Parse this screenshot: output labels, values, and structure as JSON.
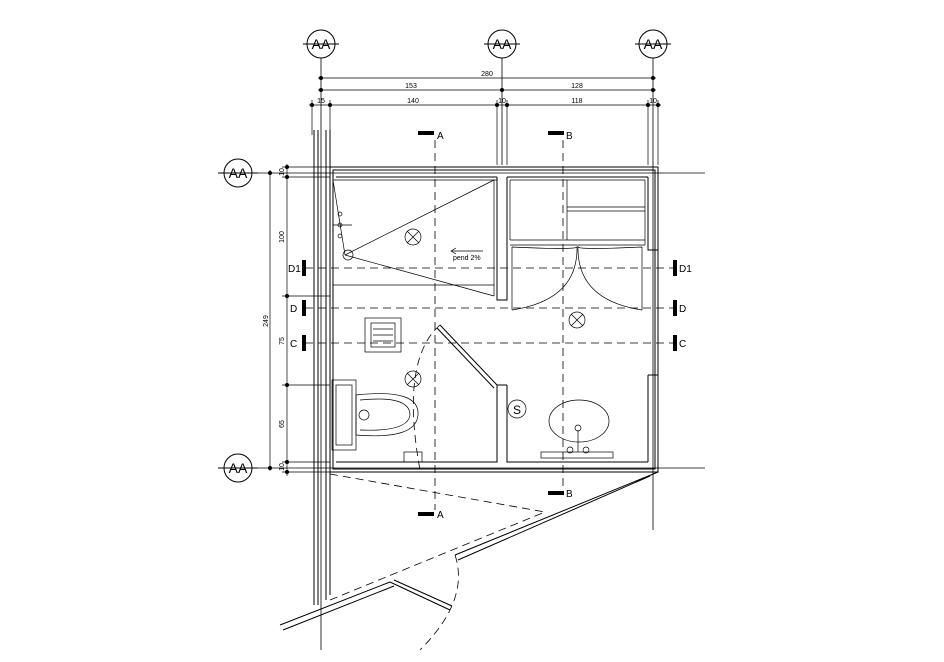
{
  "drawing": {
    "grid_bubbles": {
      "top_left": "AA",
      "top_center": "AA",
      "top_right": "AA",
      "left_top": "AA",
      "left_bottom": "AA"
    },
    "dimensions_horizontal": {
      "overall": "280",
      "left_span": "153",
      "right_span": "128",
      "left_wall": "15",
      "left_room": "140",
      "center_wall": "10",
      "right_room": "118",
      "right_wall": "10"
    },
    "dimensions_vertical": {
      "overall": "249",
      "top_wall": "10",
      "shower": "100",
      "middle": "75",
      "toilet": "65",
      "bottom_wall": "10"
    },
    "section_marks": {
      "a_top": "A",
      "a_bottom": "A",
      "b_top": "B",
      "b_bottom": "B",
      "d1_left": "D1",
      "d1_right": "D1",
      "d_left": "D",
      "d_right": "D",
      "c_left": "C",
      "c_right": "C"
    },
    "annotations": {
      "slope": "pend 2%",
      "symbol": "S"
    }
  }
}
